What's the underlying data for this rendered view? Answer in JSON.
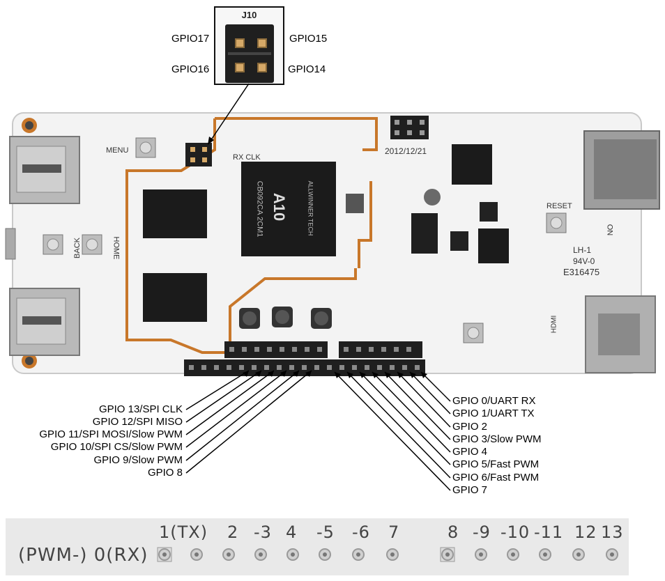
{
  "j10": {
    "title": "J10",
    "pins": [
      "GPIO17",
      "GPIO15",
      "GPIO16",
      "GPIO14"
    ]
  },
  "board": {
    "chip_brand": "ALLWINNER TECH",
    "chip_model": "A10",
    "chip_code": "CB092CA  2CM1",
    "date": "2012/12/21",
    "labels": {
      "menu": "MENU",
      "back": "BACK",
      "home": "HOME",
      "reset": "RESET",
      "rx_clk": "RX CLK",
      "hdmi": "HDMI",
      "lh1": "LH-1",
      "rating": "94V-0",
      "cert": "E316475",
      "on": "ON"
    }
  },
  "left_labels": [
    "GPIO 13/SPI CLK",
    "GPIO 12/SPI MISO",
    "GPIO 11/SPI MOSI/Slow PWM",
    "GPIO 10/SPI CS/Slow PWM",
    "GPIO 9/Slow PWM",
    "GPIO 8"
  ],
  "right_labels": [
    "GPIO 0/UART RX",
    "GPIO 1/UART TX",
    "GPIO 2",
    "GPIO 3/Slow PWM",
    "GPIO 4",
    "GPIO 5/Fast PWM",
    "GPIO 6/Fast PWM",
    "GPIO 7"
  ],
  "strip": {
    "left_text": "(PWM-) 0(RX)",
    "numbers": [
      "1(TX)",
      "2",
      "-3",
      "4",
      "-5",
      "-6",
      "7",
      "8",
      "-9",
      "-10",
      "-11",
      "12",
      "13"
    ]
  },
  "colors": {
    "board": "#f4f4f4",
    "trace": "#c8772a",
    "chip": "#1b1b1b",
    "header": "#1f1f1f"
  }
}
